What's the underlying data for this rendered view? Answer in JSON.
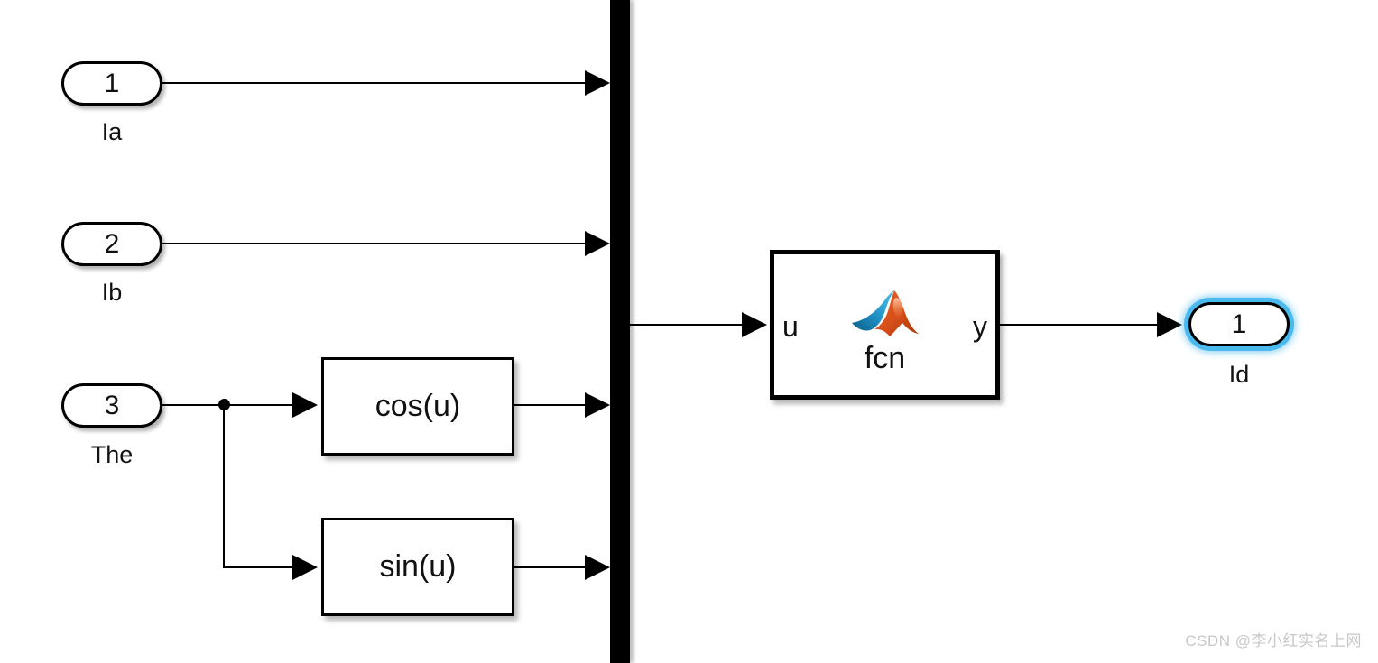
{
  "diagram": {
    "title": "Simulink subsystem block diagram",
    "background_color": "#ffffff",
    "line_color": "#000000",
    "selection_color": "#49b9ee"
  },
  "input_ports": [
    {
      "number": "1",
      "label": "Ia",
      "name": "inport-ia"
    },
    {
      "number": "2",
      "label": "Ib",
      "name": "inport-ib"
    },
    {
      "number": "3",
      "label": "The",
      "name": "inport-the"
    }
  ],
  "function_blocks": [
    {
      "expression": "cos(u)",
      "name": "fcn-block-cos"
    },
    {
      "expression": "sin(u)",
      "name": "fcn-block-sin"
    }
  ],
  "mux": {
    "name": "mux-block",
    "style": "vertical-bar"
  },
  "matlab_function_block": {
    "input_label": "u",
    "output_label": "y",
    "block_name": "fcn",
    "icon": "matlab-membrane-logo"
  },
  "output_ports": [
    {
      "number": "1",
      "label": "Id",
      "name": "outport-id",
      "selected": true
    }
  ],
  "watermark": {
    "text": "CSDN @李小红实名上网"
  }
}
